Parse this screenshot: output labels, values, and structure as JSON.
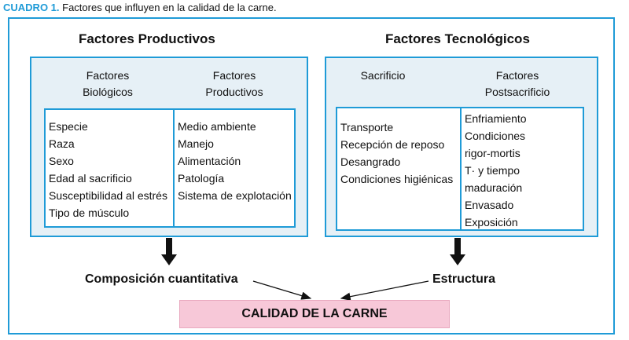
{
  "caption": {
    "label": "CUADRO 1.",
    "text": "Factores que influyen en la calidad de la carne."
  },
  "left": {
    "heading": "Factores Productivos",
    "col1_title": [
      "Factores",
      "Biológicos"
    ],
    "col2_title": [
      "Factores",
      "Productivos"
    ],
    "col1_items": [
      "Especie",
      "Raza",
      "Sexo",
      "Edad al sacrificio",
      "Susceptibilidad al estrés",
      "Tipo de músculo"
    ],
    "col2_items": [
      "Medio ambiente",
      "Manejo",
      "Alimentación",
      "Patología",
      "Sistema de explotación"
    ],
    "outcome": "Composición cuantitativa"
  },
  "right": {
    "heading": "Factores Tecnológicos",
    "col1_title": [
      "Sacrificio"
    ],
    "col2_title": [
      "Factores",
      "Postsacrificio"
    ],
    "col1_items": [
      "Transporte",
      "Recepción de reposo",
      "Desangrado",
      "Condiciones higiénicas"
    ],
    "col2_items": [
      "Enfriamiento",
      "Condiciones",
      "rigor-mortis",
      "T· y tiempo",
      "maduración",
      "Envasado",
      "Exposición"
    ],
    "outcome": "Estructura"
  },
  "result": "CALIDAD DE LA CARNE",
  "colors": {
    "accent": "#1f9bd7",
    "panel": "#e6f0f6",
    "result_fill": "#f7c8d8"
  }
}
